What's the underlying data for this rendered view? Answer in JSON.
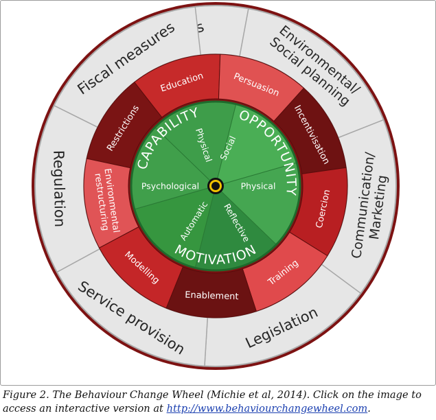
{
  "wheel": {
    "outer_ring": [
      {
        "label": "Guidelines",
        "lines": [
          "Guidelines"
        ]
      },
      {
        "label": "Environmental/ Social planning",
        "lines": [
          "Environmental/",
          "Social planning"
        ]
      },
      {
        "label": "Communication/ Marketing",
        "lines": [
          "Communication/",
          "Marketing"
        ]
      },
      {
        "label": "Legislation",
        "lines": [
          "Legislation"
        ]
      },
      {
        "label": "Service provision",
        "lines": [
          "Service provision"
        ]
      },
      {
        "label": "Regulation",
        "lines": [
          "Regulation"
        ]
      },
      {
        "label": "Fiscal measures",
        "lines": [
          "Fiscal measures"
        ]
      }
    ],
    "middle_ring": [
      {
        "label": "Restrictions",
        "lines": [
          "Restrictions"
        ],
        "color": "#7a1414"
      },
      {
        "label": "Education",
        "lines": [
          "Education"
        ],
        "color": "#c62a2a"
      },
      {
        "label": "Persuasion",
        "lines": [
          "Persuasion"
        ],
        "color": "#e05252"
      },
      {
        "label": "Incentivisation",
        "lines": [
          "Incentivisation"
        ],
        "color": "#6e1212"
      },
      {
        "label": "Coercion",
        "lines": [
          "Coercion"
        ],
        "color": "#b81f22"
      },
      {
        "label": "Training",
        "lines": [
          "Training"
        ],
        "color": "#e04a4c"
      },
      {
        "label": "Enablement",
        "lines": [
          "Enablement"
        ],
        "color": "#6b1212"
      },
      {
        "label": "Modelling",
        "lines": [
          "Modelling"
        ],
        "color": "#c42628"
      },
      {
        "label": "Environmental restructuring",
        "lines": [
          "Environmental",
          "restructuring"
        ],
        "color": "#e05456"
      }
    ],
    "inner_sources": [
      {
        "label": "Physical",
        "color": "#3e9d4a"
      },
      {
        "label": "Social",
        "color": "#4aae55"
      },
      {
        "label": "Physical",
        "color": "#45a651"
      },
      {
        "label": "Reflective",
        "color": "#2f8a3f"
      },
      {
        "label": "Automatic",
        "color": "#36963f"
      },
      {
        "label": "Psychological",
        "color": "#409f4b"
      }
    ],
    "components": [
      "CAPABILITY",
      "OPPORTUNITY",
      "MOTIVATION"
    ],
    "colors": {
      "outer_ring": "#e6e6e6",
      "outer_border": "#a8a8a8",
      "rim": "#7d1212",
      "inner_green": "#3e9d4a",
      "behaviour_center": "#f2c200"
    }
  },
  "caption": {
    "text": "Figure 2. The Behaviour Change Wheel (Michie et al, 2014). Click on the image to access an interactive version at ",
    "link_text": "http://www.behaviourchangewheel.com",
    "end": "."
  }
}
